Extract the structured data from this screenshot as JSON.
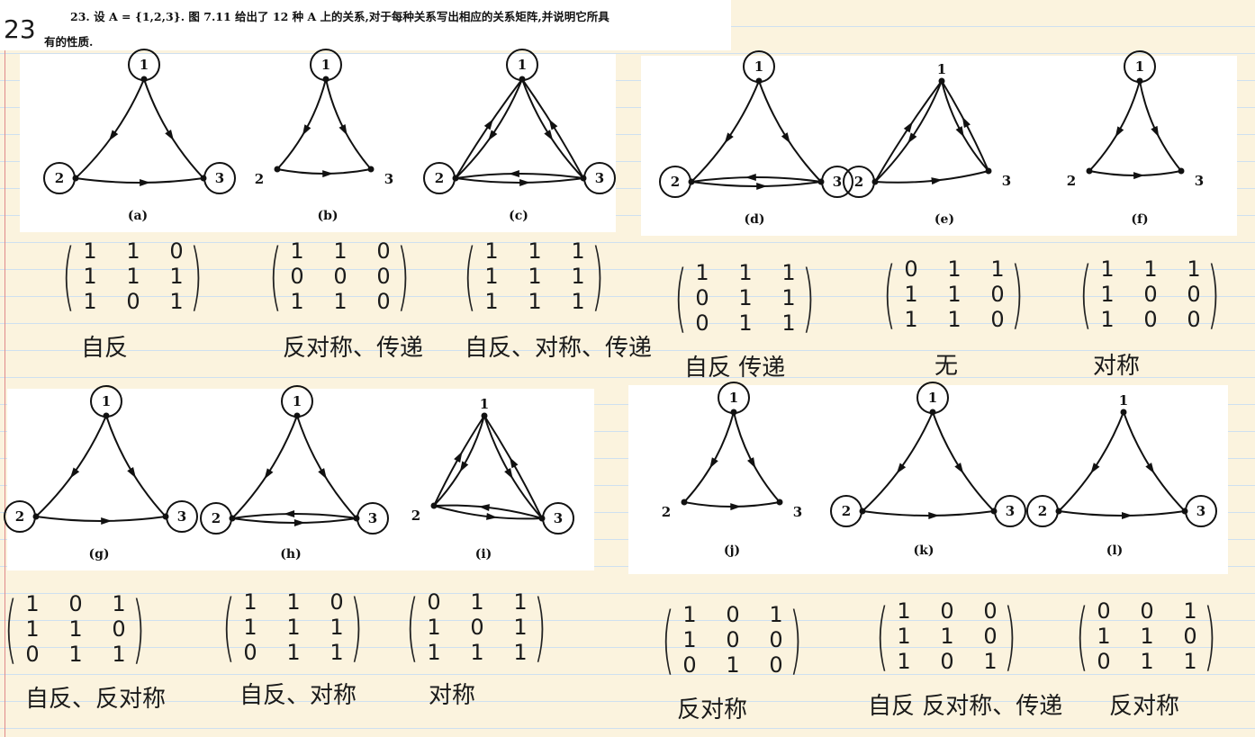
{
  "problem": {
    "number": "23",
    "line1": "23. 设 A = {1,2,3}. 图 7.11 给出了 12 种 A 上的关系,对于每种关系写出相应的关系矩阵,并说明它所具",
    "line2": "有的性质."
  },
  "colors": {
    "paper": "#fbf3de",
    "rule_line": "#cfe0f0",
    "margin_line": "#e08a8a",
    "ink": "#1a1a1a"
  },
  "graphs": [
    {
      "label": "(a)",
      "nodes": [
        "1",
        "2",
        "3"
      ],
      "matrix": [
        [
          "1",
          "1",
          "0"
        ],
        [
          "1",
          "1",
          "1"
        ],
        [
          "1",
          "0",
          "1"
        ]
      ],
      "properties": "自反"
    },
    {
      "label": "(b)",
      "nodes": [
        "1",
        "2",
        "3"
      ],
      "matrix": [
        [
          "1",
          "1",
          "0"
        ],
        [
          "0",
          "0",
          "0"
        ],
        [
          "1",
          "1",
          "0"
        ]
      ],
      "properties": "反对称、传递"
    },
    {
      "label": "(c)",
      "nodes": [
        "1",
        "2",
        "3"
      ],
      "matrix": [
        [
          "1",
          "1",
          "1"
        ],
        [
          "1",
          "1",
          "1"
        ],
        [
          "1",
          "1",
          "1"
        ]
      ],
      "properties": "自反、对称、传递"
    },
    {
      "label": "(d)",
      "nodes": [
        "1",
        "2",
        "3"
      ],
      "matrix": [
        [
          "1",
          "1",
          "1"
        ],
        [
          "0",
          "1",
          "1"
        ],
        [
          "0",
          "1",
          "1"
        ]
      ],
      "properties": "自反 传递"
    },
    {
      "label": "(e)",
      "nodes": [
        "1",
        "2",
        "3"
      ],
      "matrix": [
        [
          "0",
          "1",
          "1"
        ],
        [
          "1",
          "1",
          "0"
        ],
        [
          "1",
          "1",
          "0"
        ]
      ],
      "properties": "无"
    },
    {
      "label": "(f)",
      "nodes": [
        "1",
        "2",
        "3"
      ],
      "matrix": [
        [
          "1",
          "1",
          "1"
        ],
        [
          "1",
          "0",
          "0"
        ],
        [
          "1",
          "0",
          "0"
        ]
      ],
      "properties": "对称"
    },
    {
      "label": "(g)",
      "nodes": [
        "1",
        "2",
        "3"
      ],
      "matrix": [
        [
          "1",
          "0",
          "1"
        ],
        [
          "1",
          "1",
          "0"
        ],
        [
          "0",
          "1",
          "1"
        ]
      ],
      "properties": "自反、反对称"
    },
    {
      "label": "(h)",
      "nodes": [
        "1",
        "2",
        "3"
      ],
      "matrix": [
        [
          "1",
          "1",
          "0"
        ],
        [
          "1",
          "1",
          "1"
        ],
        [
          "0",
          "1",
          "1"
        ]
      ],
      "properties": "自反、对称"
    },
    {
      "label": "(i)",
      "nodes": [
        "1",
        "2",
        "3"
      ],
      "matrix": [
        [
          "0",
          "1",
          "1"
        ],
        [
          "1",
          "0",
          "1"
        ],
        [
          "1",
          "1",
          "1"
        ]
      ],
      "properties": "对称"
    },
    {
      "label": "(j)",
      "nodes": [
        "1",
        "2",
        "3"
      ],
      "matrix": [
        [
          "1",
          "0",
          "1"
        ],
        [
          "1",
          "0",
          "0"
        ],
        [
          "0",
          "1",
          "0"
        ]
      ],
      "properties": "反对称"
    },
    {
      "label": "(k)",
      "nodes": [
        "1",
        "2",
        "3"
      ],
      "matrix": [
        [
          "1",
          "0",
          "0"
        ],
        [
          "1",
          "1",
          "0"
        ],
        [
          "1",
          "0",
          "1"
        ]
      ],
      "properties": "自反 反对称、传递"
    },
    {
      "label": "(l)",
      "nodes": [
        "1",
        "2",
        "3"
      ],
      "matrix": [
        [
          "0",
          "0",
          "1"
        ],
        [
          "1",
          "1",
          "0"
        ],
        [
          "0",
          "1",
          "1"
        ]
      ],
      "properties": "反对称"
    }
  ]
}
